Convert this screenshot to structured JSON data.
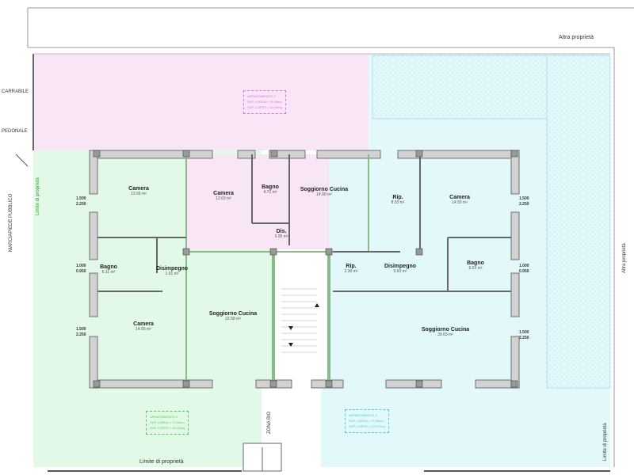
{
  "labels": {
    "altra_proprieta_top": "Altra proprietà",
    "altra_proprieta_right": "Altra proprietà",
    "carrabile": "CARRABILE",
    "pedonale": "PEDONALE",
    "marciapiede": "MARCIAPIEDE PUBBLICO",
    "limite_left": "Limite di proprietà",
    "limite_bottom": "Limite di proprietà",
    "limite_right": "Limite di proprietà",
    "zona_bio": "ZONA BIO"
  },
  "colors": {
    "apt1": "#e3f9e8",
    "apt2": "#f8e6f7",
    "apt3": "#e2f8fa",
    "wall": "#d2d2d2"
  },
  "apartments": [
    {
      "title": "APPARTAMENTO 1",
      "lorda": "SUP. LORDA = 72.00mq",
      "corte": "SUP. CORTE = 90.00mq",
      "color": "#4cd24c"
    },
    {
      "title": "APPARTAMENTO 2",
      "lorda": "SUP. LORDA = 74.50mq",
      "corte": "SUP. CORTE = 10.00mq",
      "color": "#e070e0"
    },
    {
      "title": "APPARTAMENTO 3",
      "lorda": "SUP. LORDA = 72.50mq",
      "corte": "SUP. CORTE = 127.00mq",
      "color": "#40d0e0"
    }
  ],
  "rooms": [
    {
      "name": "Camera",
      "area": "13.56 m²"
    },
    {
      "name": "Camera",
      "area": "12.63 m²"
    },
    {
      "name": "Bagno",
      "area": "4.72 m²"
    },
    {
      "name": "Soggiorno Cucina",
      "area": "14.00 m²"
    },
    {
      "name": "Dis.",
      "area": "3.95 m²"
    },
    {
      "name": "Rip.",
      "area": "8.53 m²"
    },
    {
      "name": "Camera",
      "area": "14.55 m²"
    },
    {
      "name": "Bagno",
      "area": "6.11 m²"
    },
    {
      "name": "Disimpegno",
      "area": "1.91 m²"
    },
    {
      "name": "Soggiorno Cucina",
      "area": "22.58 m²"
    },
    {
      "name": "Camera",
      "area": "14.55 m²"
    },
    {
      "name": "Rip.",
      "area": "2.30 m²"
    },
    {
      "name": "Disimpegno",
      "area": "5.60 m²"
    },
    {
      "name": "Bagno",
      "area": "6.03 m²"
    },
    {
      "name": "Soggiorno Cucina",
      "area": "39.03 m²"
    }
  ],
  "windows": [
    {
      "w": "1.500",
      "h": "2.250"
    },
    {
      "w": "1.000",
      "h": "0.950"
    },
    {
      "w": "1.500",
      "h": "2.250"
    },
    {
      "w": "1.500",
      "h": "2.250"
    },
    {
      "w": "1.000",
      "h": "0.950"
    },
    {
      "w": "1.500",
      "h": "2.250"
    }
  ]
}
